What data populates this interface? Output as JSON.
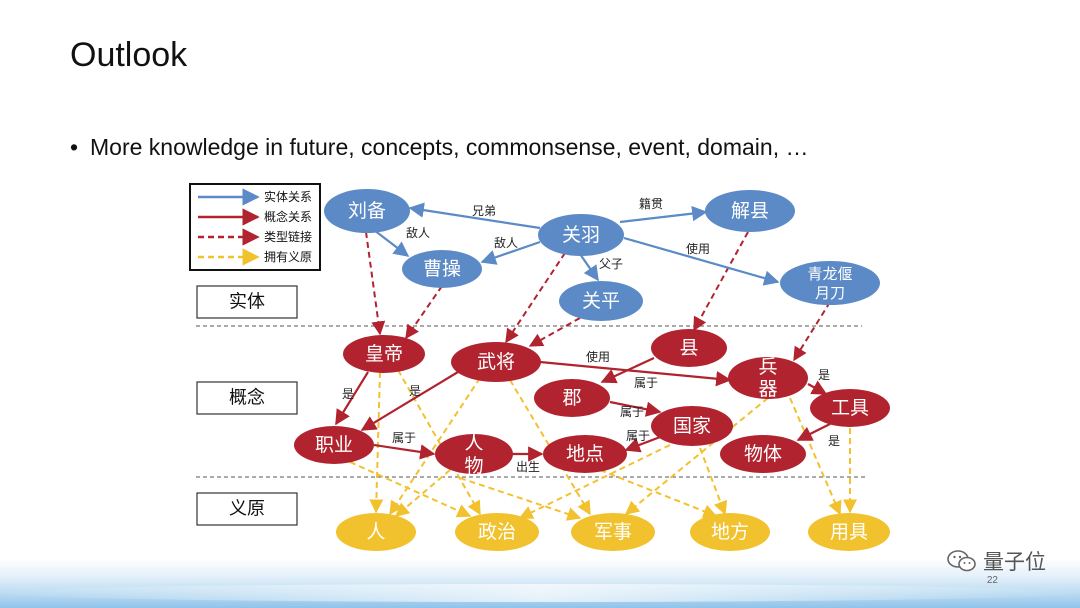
{
  "slide": {
    "title": "Outlook",
    "bullet": "More knowledge in future, concepts, commonsense, event, domain, …",
    "page_number": "22",
    "watermark": "量子位"
  },
  "legend": [
    {
      "label": "实体关系",
      "color": "#5b8ac6",
      "style": "solid"
    },
    {
      "label": "概念关系",
      "color": "#b0232f",
      "style": "solid"
    },
    {
      "label": "类型链接",
      "color": "#b0232f",
      "style": "dashed"
    },
    {
      "label": "拥有义原",
      "color": "#f2c12e",
      "style": "dashed"
    }
  ],
  "layers": [
    "实体",
    "概念",
    "义原"
  ],
  "colors": {
    "entity": "#5b8ac6",
    "concept": "#b0232f",
    "sememe": "#f2c12e"
  },
  "nodes": {
    "liubei": "刘备",
    "guanyu": "关羽",
    "jiexian": "解县",
    "caocao": "曹操",
    "guanping": "关平",
    "qinglong_1": "青龙偃",
    "qinglong_2": "月刀",
    "huangdi": "皇帝",
    "wujiang": "武将",
    "xian": "县",
    "bing_1": "兵",
    "bing_2": "器",
    "jun": "郡",
    "gongju": "工具",
    "guojia": "国家",
    "zhiye": "职业",
    "renwu_1": "人",
    "renwu_2": "物",
    "didian": "地点",
    "wuti": "物体",
    "ren": "人",
    "zhengzhi": "政治",
    "junshi": "军事",
    "difang": "地方",
    "yongju": "用具"
  },
  "edges": {
    "xiongdi": "兄弟",
    "jiguan": "籍贯",
    "diren_1": "敌人",
    "diren_2": "敌人",
    "fuzi": "父子",
    "shiyong_1": "使用",
    "shiyong_2": "使用",
    "shuyu_1": "属于",
    "shuyu_2": "属于",
    "shuyu_3": "属于",
    "shuyu_4": "属于",
    "shi_1": "是",
    "shi_2": "是",
    "shi_3": "是",
    "shi_4": "是",
    "chusheng": "出生"
  }
}
